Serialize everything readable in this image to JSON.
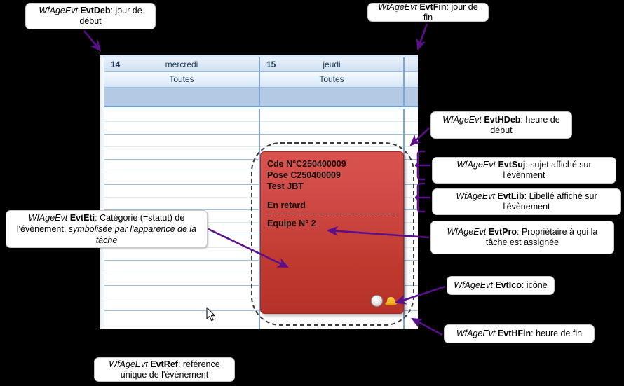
{
  "calendar": {
    "days": [
      {
        "number": "14",
        "name": "mercredi",
        "allday_label": "Toutes"
      },
      {
        "number": "15",
        "name": "jeudi",
        "allday_label": "Toutes"
      }
    ],
    "grid_line_color": "#9fbfe0",
    "header_color": "#dbe8f7",
    "allday_band_color": "#b4c9e4"
  },
  "event": {
    "subject_line_1": "Cde N°C250400009",
    "subject_line_2": "Pose C250400009",
    "subject_line_3": "Test JBT",
    "label": "En retard",
    "owner": "Equipe N° 2",
    "status_color": "#c0392f",
    "icons": [
      {
        "name": "clock-icon"
      },
      {
        "name": "hard-hat-icon"
      }
    ]
  },
  "annotations": {
    "evtdeb": {
      "field": "WfAgeEvt",
      "code": "EvtDeb",
      "text": ": jour de début"
    },
    "evtfin": {
      "field": "WfAgeEvt",
      "code": "EvtFin",
      "text": ": jour de fin"
    },
    "evthdeb": {
      "field": "WfAgeEvt",
      "code": "EvtHDeb",
      "text": ": heure de début"
    },
    "evtsuj": {
      "field": "WfAgeEvt",
      "code": "EvtSuj",
      "text": ": sujet affiché sur l'évènment"
    },
    "evtlib": {
      "field": "WfAgeEvt",
      "code": "EvtLib",
      "text": ": Libellé affiché sur l'évènement"
    },
    "evtpro": {
      "field": "WfAgeEvt",
      "code": "EvtPro",
      "text": ": Propriétaire à qui la tâche est assignée"
    },
    "evtico": {
      "field": "WfAgeEvt",
      "code": "EvtIco",
      "text": ": icône"
    },
    "evthfin": {
      "field": "WfAgeEvt",
      "code": "EvtHFin",
      "text": ": heure de fin"
    },
    "evtref": {
      "field": "WfAgeEvt",
      "code": "EvtRef",
      "text": ": référence unique de l'évènement"
    },
    "evteti": {
      "field": "WfAgeEvt",
      "code": "EvtEti",
      "text_a": ": Catégorie (=statut)  de l'évènement, ",
      "text_b": "symbolisée par l'apparence de la tâche"
    }
  },
  "colors": {
    "arrow": "#5b0f8b",
    "background": "#000000",
    "callout_bg": "#ffffff"
  }
}
